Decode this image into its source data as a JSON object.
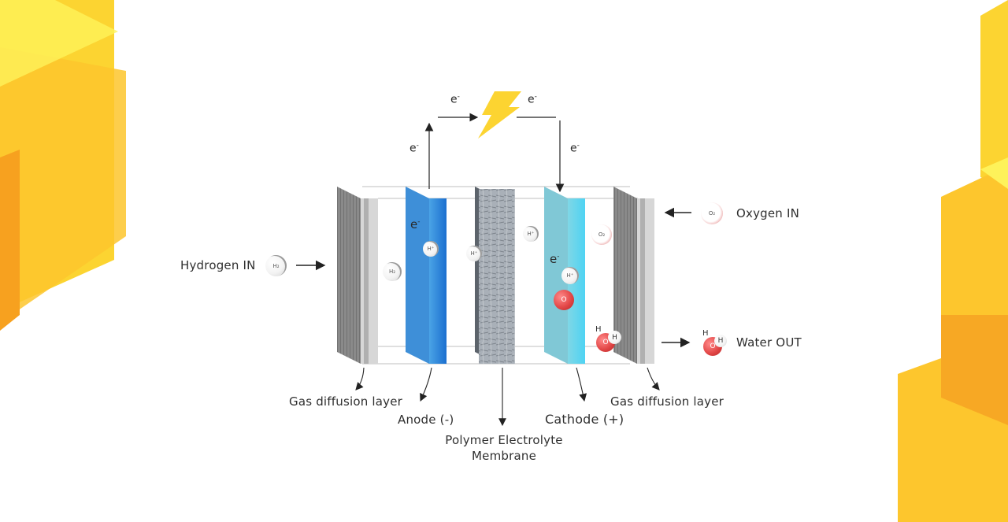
{
  "labels": {
    "hydrogen_in": "Hydrogen IN",
    "oxygen_in": "Oxygen IN",
    "water_out": "Water OUT",
    "gdl_left": "Gas diffusion layer",
    "gdl_right": "Gas diffusion layer",
    "anode": "Anode (-)",
    "cathode": "Cathode (+)",
    "membrane": "Polymer Electrolyte Membrane"
  },
  "electron": {
    "symbol": "e",
    "charge": "-"
  },
  "molecules": {
    "h2": "H₂",
    "o2": "O₂",
    "h_plus": "H⁺",
    "o": "O",
    "h": "H"
  },
  "colors": {
    "accent_yellow": "#fdd53a",
    "accent_orange": "#f7a824",
    "anode_blue": "#1f7fd6",
    "cathode_cyan": "#5fd0ea",
    "oxygen_red": "#e34848"
  },
  "icons": [
    "lightning-bolt-icon",
    "arrow-icon"
  ]
}
